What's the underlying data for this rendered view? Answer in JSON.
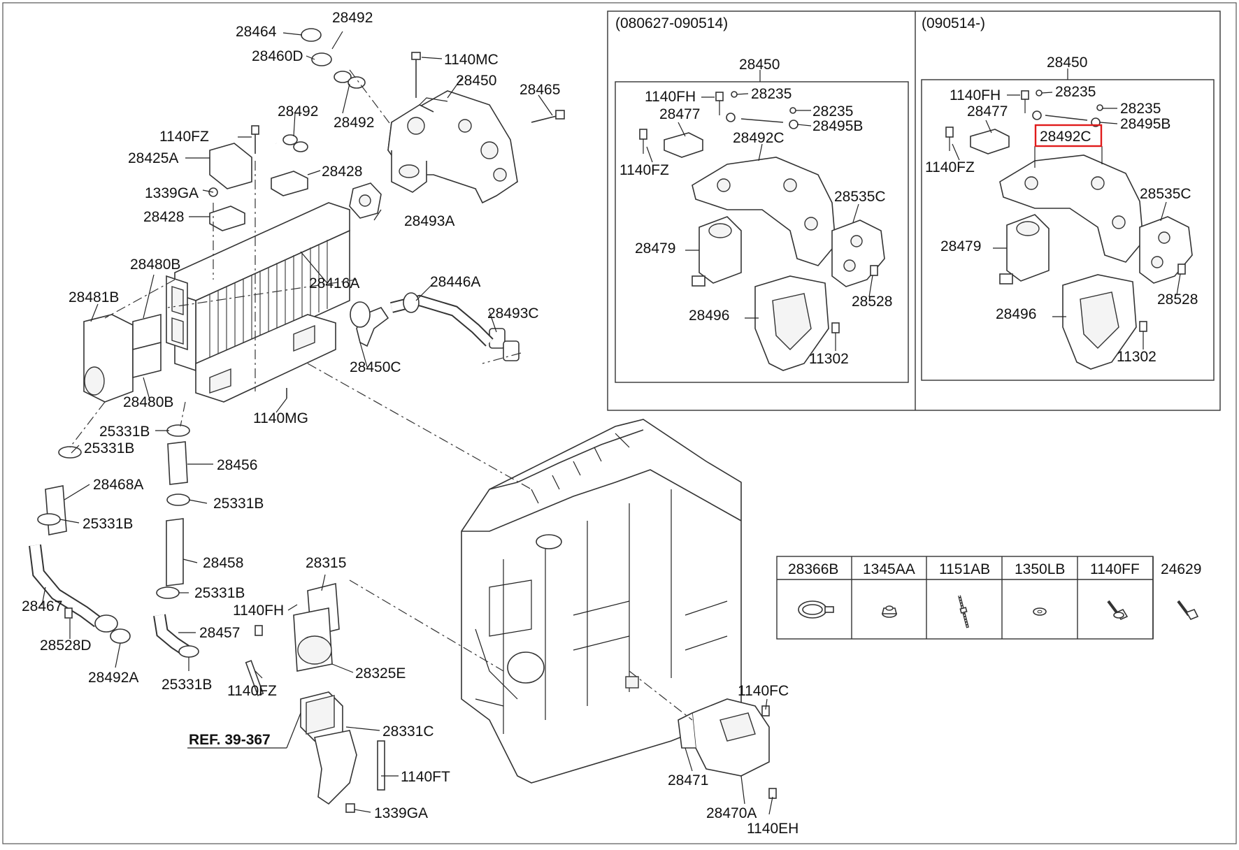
{
  "labels": {
    "l_28464": "28464",
    "l_28492_a": "28492",
    "l_28460D": "28460D",
    "l_1140MC": "1140MC",
    "l_28450_main": "28450",
    "l_28465": "28465",
    "l_28492_b": "28492",
    "l_28492_c": "28492",
    "l_1140FZ_a": "1140FZ",
    "l_28425A": "28425A",
    "l_28428_a": "28428",
    "l_1339GA_a": "1339GA",
    "l_28428_b": "28428",
    "l_28493A": "28493A",
    "l_28480B_a": "28480B",
    "l_28481B": "28481B",
    "l_28416A": "28416A",
    "l_28446A": "28446A",
    "l_28493C": "28493C",
    "l_28480B_b": "28480B",
    "l_28450C": "28450C",
    "l_1140MG": "1140MG",
    "l_25331B_a": "25331B",
    "l_25331B_b": "25331B",
    "l_28456": "28456",
    "l_28468A": "28468A",
    "l_25331B_c": "25331B",
    "l_25331B_d": "25331B",
    "l_28458": "28458",
    "l_25331B_e": "25331B",
    "l_28467": "28467",
    "l_28457": "28457",
    "l_28528D": "28528D",
    "l_28492A": "28492A",
    "l_25331B_f": "25331B",
    "l_28315": "28315",
    "l_1140FH_a": "1140FH",
    "l_28325E": "28325E",
    "l_1140FZ_b": "1140FZ",
    "l_ref": "REF. 39-367",
    "l_28331C": "28331C",
    "l_1140FT": "1140FT",
    "l_1339GA_b": "1339GA",
    "l_1140FC": "1140FC",
    "l_28471": "28471",
    "l_28470A": "28470A",
    "l_1140EH": "1140EH"
  },
  "inset_left": {
    "date_range": "(080627-090514)",
    "labels": {
      "i1_28450": "28450",
      "i1_1140FH": "1140FH",
      "i1_28235_a": "28235",
      "i1_28235_b": "28235",
      "i1_28477": "28477",
      "i1_28495B": "28495B",
      "i1_28492C": "28492C",
      "i1_1140FZ": "1140FZ",
      "i1_28535C": "28535C",
      "i1_28479": "28479",
      "i1_28528": "28528",
      "i1_28496": "28496",
      "i1_11302": "11302"
    }
  },
  "inset_right": {
    "date_range": "(090514-)",
    "labels": {
      "i2_28450": "28450",
      "i2_1140FH": "1140FH",
      "i2_28235_a": "28235",
      "i2_28235_b": "28235",
      "i2_28477": "28477",
      "i2_28495B": "28495B",
      "i2_28492C": "28492C",
      "i2_1140FZ": "1140FZ",
      "i2_28535C": "28535C",
      "i2_28479": "28479",
      "i2_28528": "28528",
      "i2_28496": "28496",
      "i2_11302": "11302"
    },
    "highlighted_part": "28492C",
    "highlight_color": "#e01b1b"
  },
  "parts_table": {
    "headers": [
      "28366B",
      "1345AA",
      "1151AB",
      "1350LB",
      "1140FF",
      "24629"
    ],
    "icons": [
      "hose-clamp-icon",
      "flange-nut-icon",
      "stud-bolt-icon",
      "washer-icon",
      "flange-bolt-icon",
      "bolt-icon"
    ]
  }
}
